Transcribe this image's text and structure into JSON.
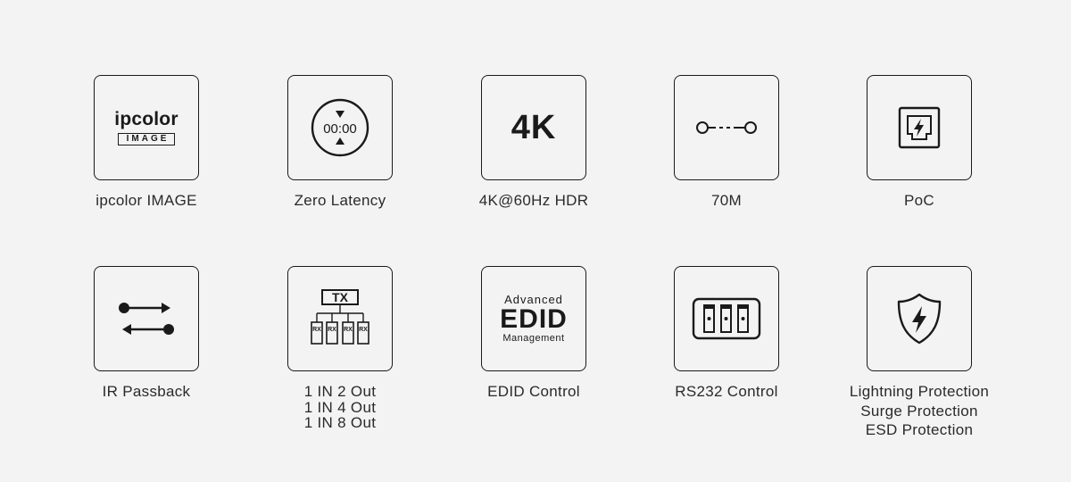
{
  "features": [
    {
      "logo_word": "ipcolor",
      "logo_sub": "IMAGE",
      "caption": [
        "ipcolor IMAGE"
      ]
    },
    {
      "clock_text": "00:00",
      "caption": [
        "Zero Latency"
      ]
    },
    {
      "badge_text": "4K",
      "caption": [
        "4K@60Hz HDR"
      ]
    },
    {
      "caption": [
        "70M"
      ]
    },
    {
      "caption": [
        "PoC"
      ]
    },
    {
      "caption": [
        "IR Passback"
      ]
    },
    {
      "tx_label": "TX",
      "rx_label": "RX",
      "caption": [
        "1 IN 2 Out",
        "1 IN 4 Out",
        "1 IN 8 Out"
      ]
    },
    {
      "edid_top": "Advanced",
      "edid_main": "EDID",
      "edid_bottom": "Management",
      "caption": [
        "EDID Control"
      ]
    },
    {
      "caption": [
        "RS232 Control"
      ]
    },
    {
      "caption": [
        "Lightning Protection",
        "Surge Protection",
        "ESD Protection"
      ]
    }
  ],
  "colors": {
    "background": "#f3f3f3",
    "ink": "#1a1a1a"
  }
}
